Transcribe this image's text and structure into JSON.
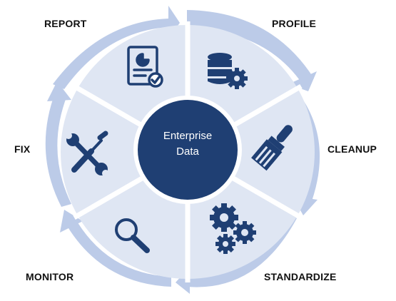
{
  "center": {
    "line1": "Enterprise",
    "line2": "Data"
  },
  "stages": {
    "report": "REPORT",
    "profile": "PROFILE",
    "cleanup": "CLEANUP",
    "standardize": "STANDARDIZE",
    "monitor": "MONITOR",
    "fix": "FIX"
  },
  "icons": {
    "report": "report-document-icon",
    "profile": "database-gear-icon",
    "cleanup": "paint-brush-icon",
    "standardize": "gears-icon",
    "monitor": "magnifier-icon",
    "fix": "wrench-screwdriver-icon"
  },
  "colors": {
    "segment": "#dfe6f3",
    "arrow": "#bccbe8",
    "center": "#1f3f73",
    "icon": "#1f3f73",
    "label": "#111111"
  }
}
